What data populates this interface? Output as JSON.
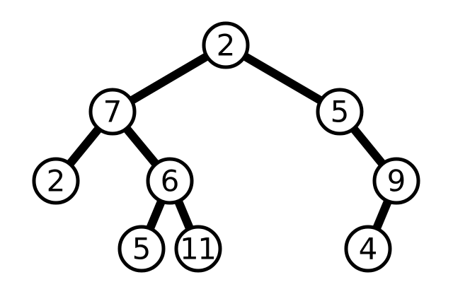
{
  "diagram": {
    "type": "binary-tree",
    "colors": {
      "background": "#ffffff",
      "stroke": "#000000",
      "node_fill": "#ffffff",
      "text": "#000000"
    },
    "nodes": [
      {
        "id": "n-root",
        "label": "2"
      },
      {
        "id": "n-left",
        "label": "7"
      },
      {
        "id": "n-right",
        "label": "5"
      },
      {
        "id": "n-left-left",
        "label": "2"
      },
      {
        "id": "n-left-right",
        "label": "6"
      },
      {
        "id": "n-right-right",
        "label": "9"
      },
      {
        "id": "n-left-right-left",
        "label": "5"
      },
      {
        "id": "n-left-right-right",
        "label": "11"
      },
      {
        "id": "n-right-right-left",
        "label": "4"
      }
    ],
    "edges": [
      {
        "from": "n-root",
        "to": "n-left"
      },
      {
        "from": "n-root",
        "to": "n-right"
      },
      {
        "from": "n-left",
        "to": "n-left-left"
      },
      {
        "from": "n-left",
        "to": "n-left-right"
      },
      {
        "from": "n-right",
        "to": "n-right-right"
      },
      {
        "from": "n-left-right",
        "to": "n-left-right-left"
      },
      {
        "from": "n-left-right",
        "to": "n-left-right-right"
      },
      {
        "from": "n-right-right",
        "to": "n-right-right-left"
      }
    ]
  }
}
